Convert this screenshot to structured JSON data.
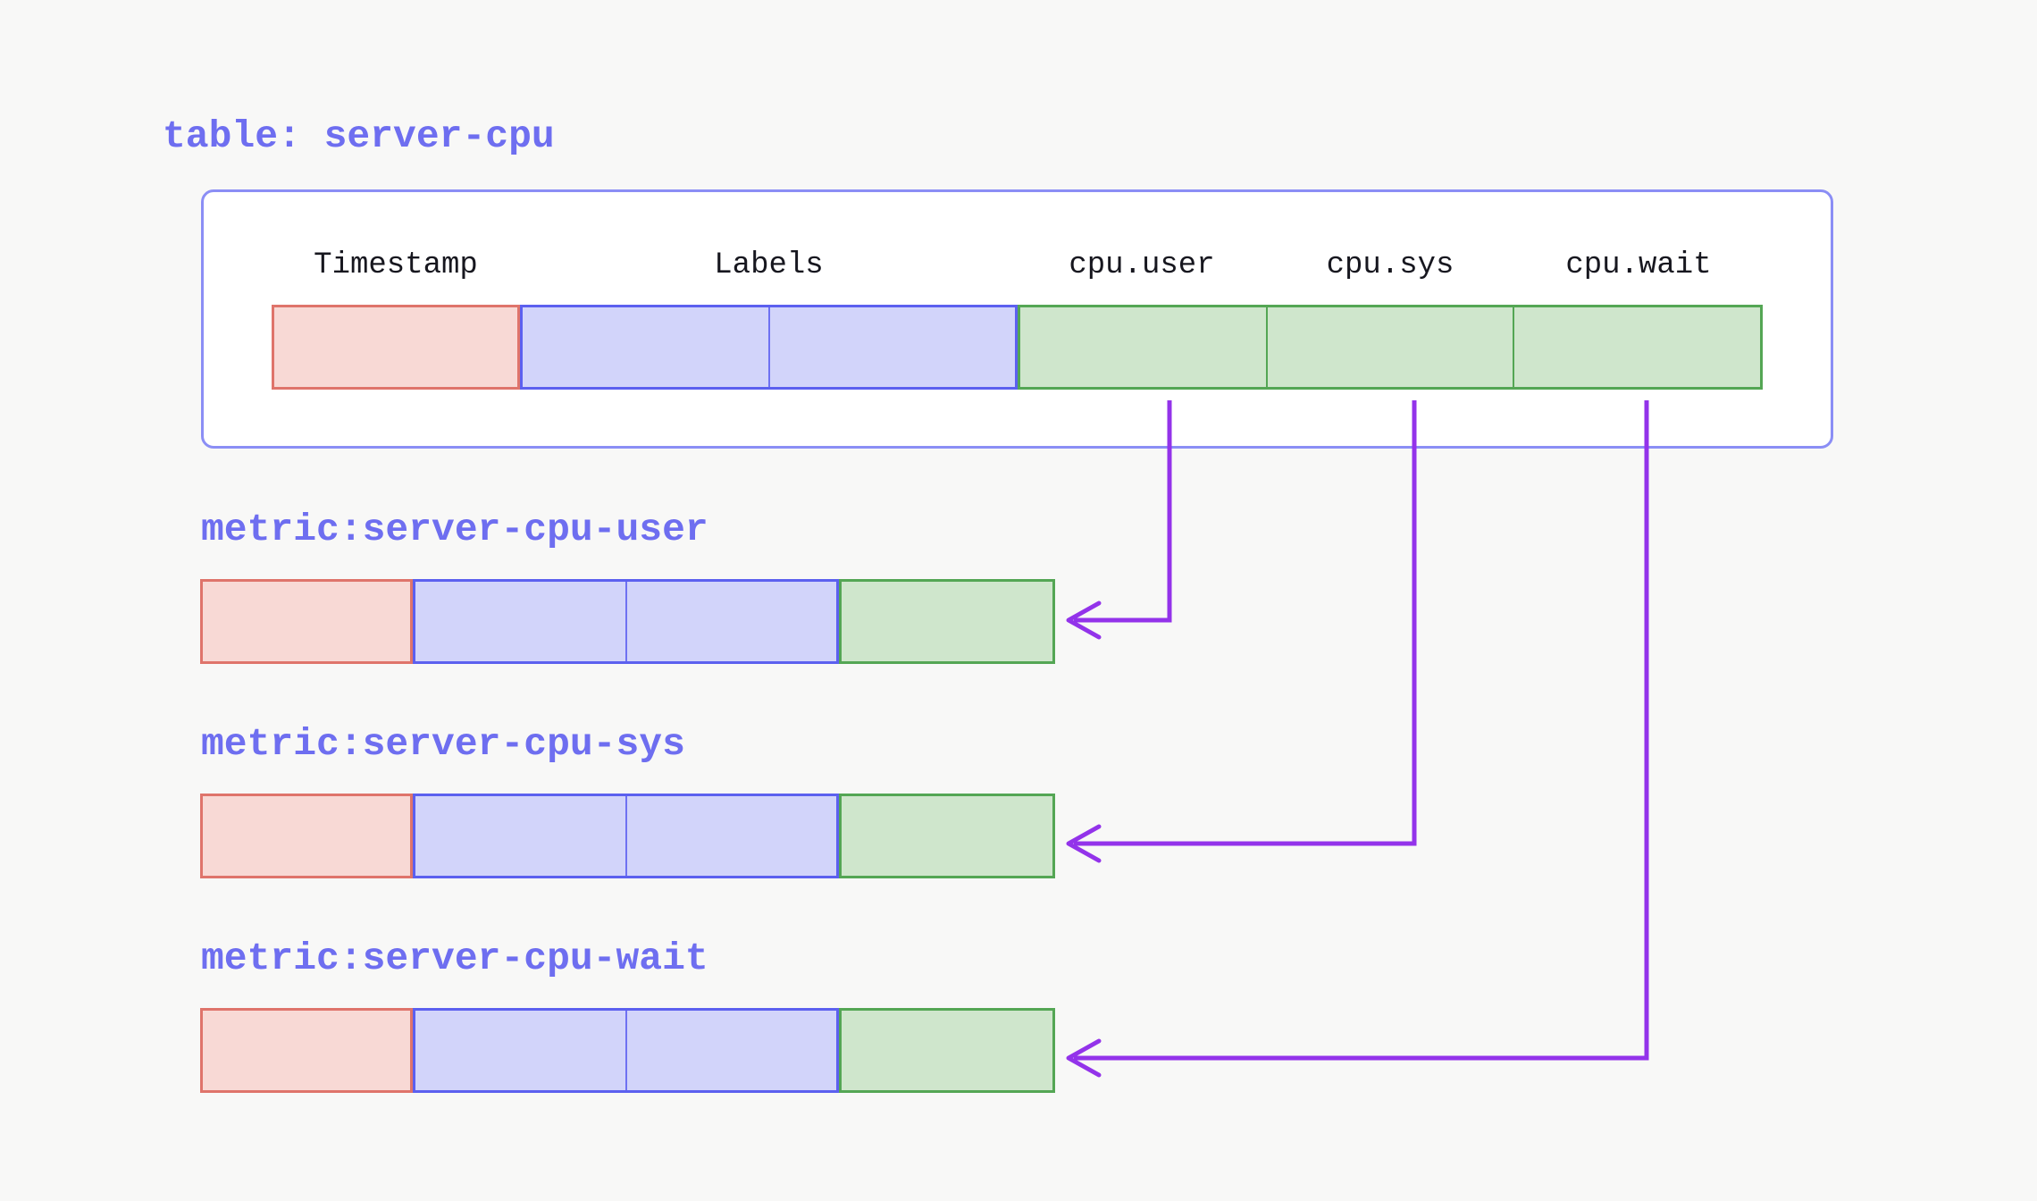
{
  "table": {
    "title": "table: server-cpu",
    "columns": [
      {
        "label": "Timestamp"
      },
      {
        "label": "Labels"
      },
      {
        "label": "cpu.user"
      },
      {
        "label": "cpu.sys"
      },
      {
        "label": "cpu.wait"
      }
    ]
  },
  "metrics": [
    {
      "label": "metric:server-cpu-user"
    },
    {
      "label": "metric:server-cpu-sys"
    },
    {
      "label": "metric:server-cpu-wait"
    }
  ],
  "colors": {
    "background": "#f8f8f7",
    "accent_text": "#6e6ef0",
    "header_text": "#17171f",
    "container_border": "#8b8ef5",
    "timestamp_fill": "#f8d9d5",
    "timestamp_border": "#df746b",
    "labels_fill": "#d2d4fa",
    "labels_border": "#5c60ef",
    "field_fill": "#cfe6cc",
    "field_border": "#54a654",
    "connector": "#9333ea"
  }
}
